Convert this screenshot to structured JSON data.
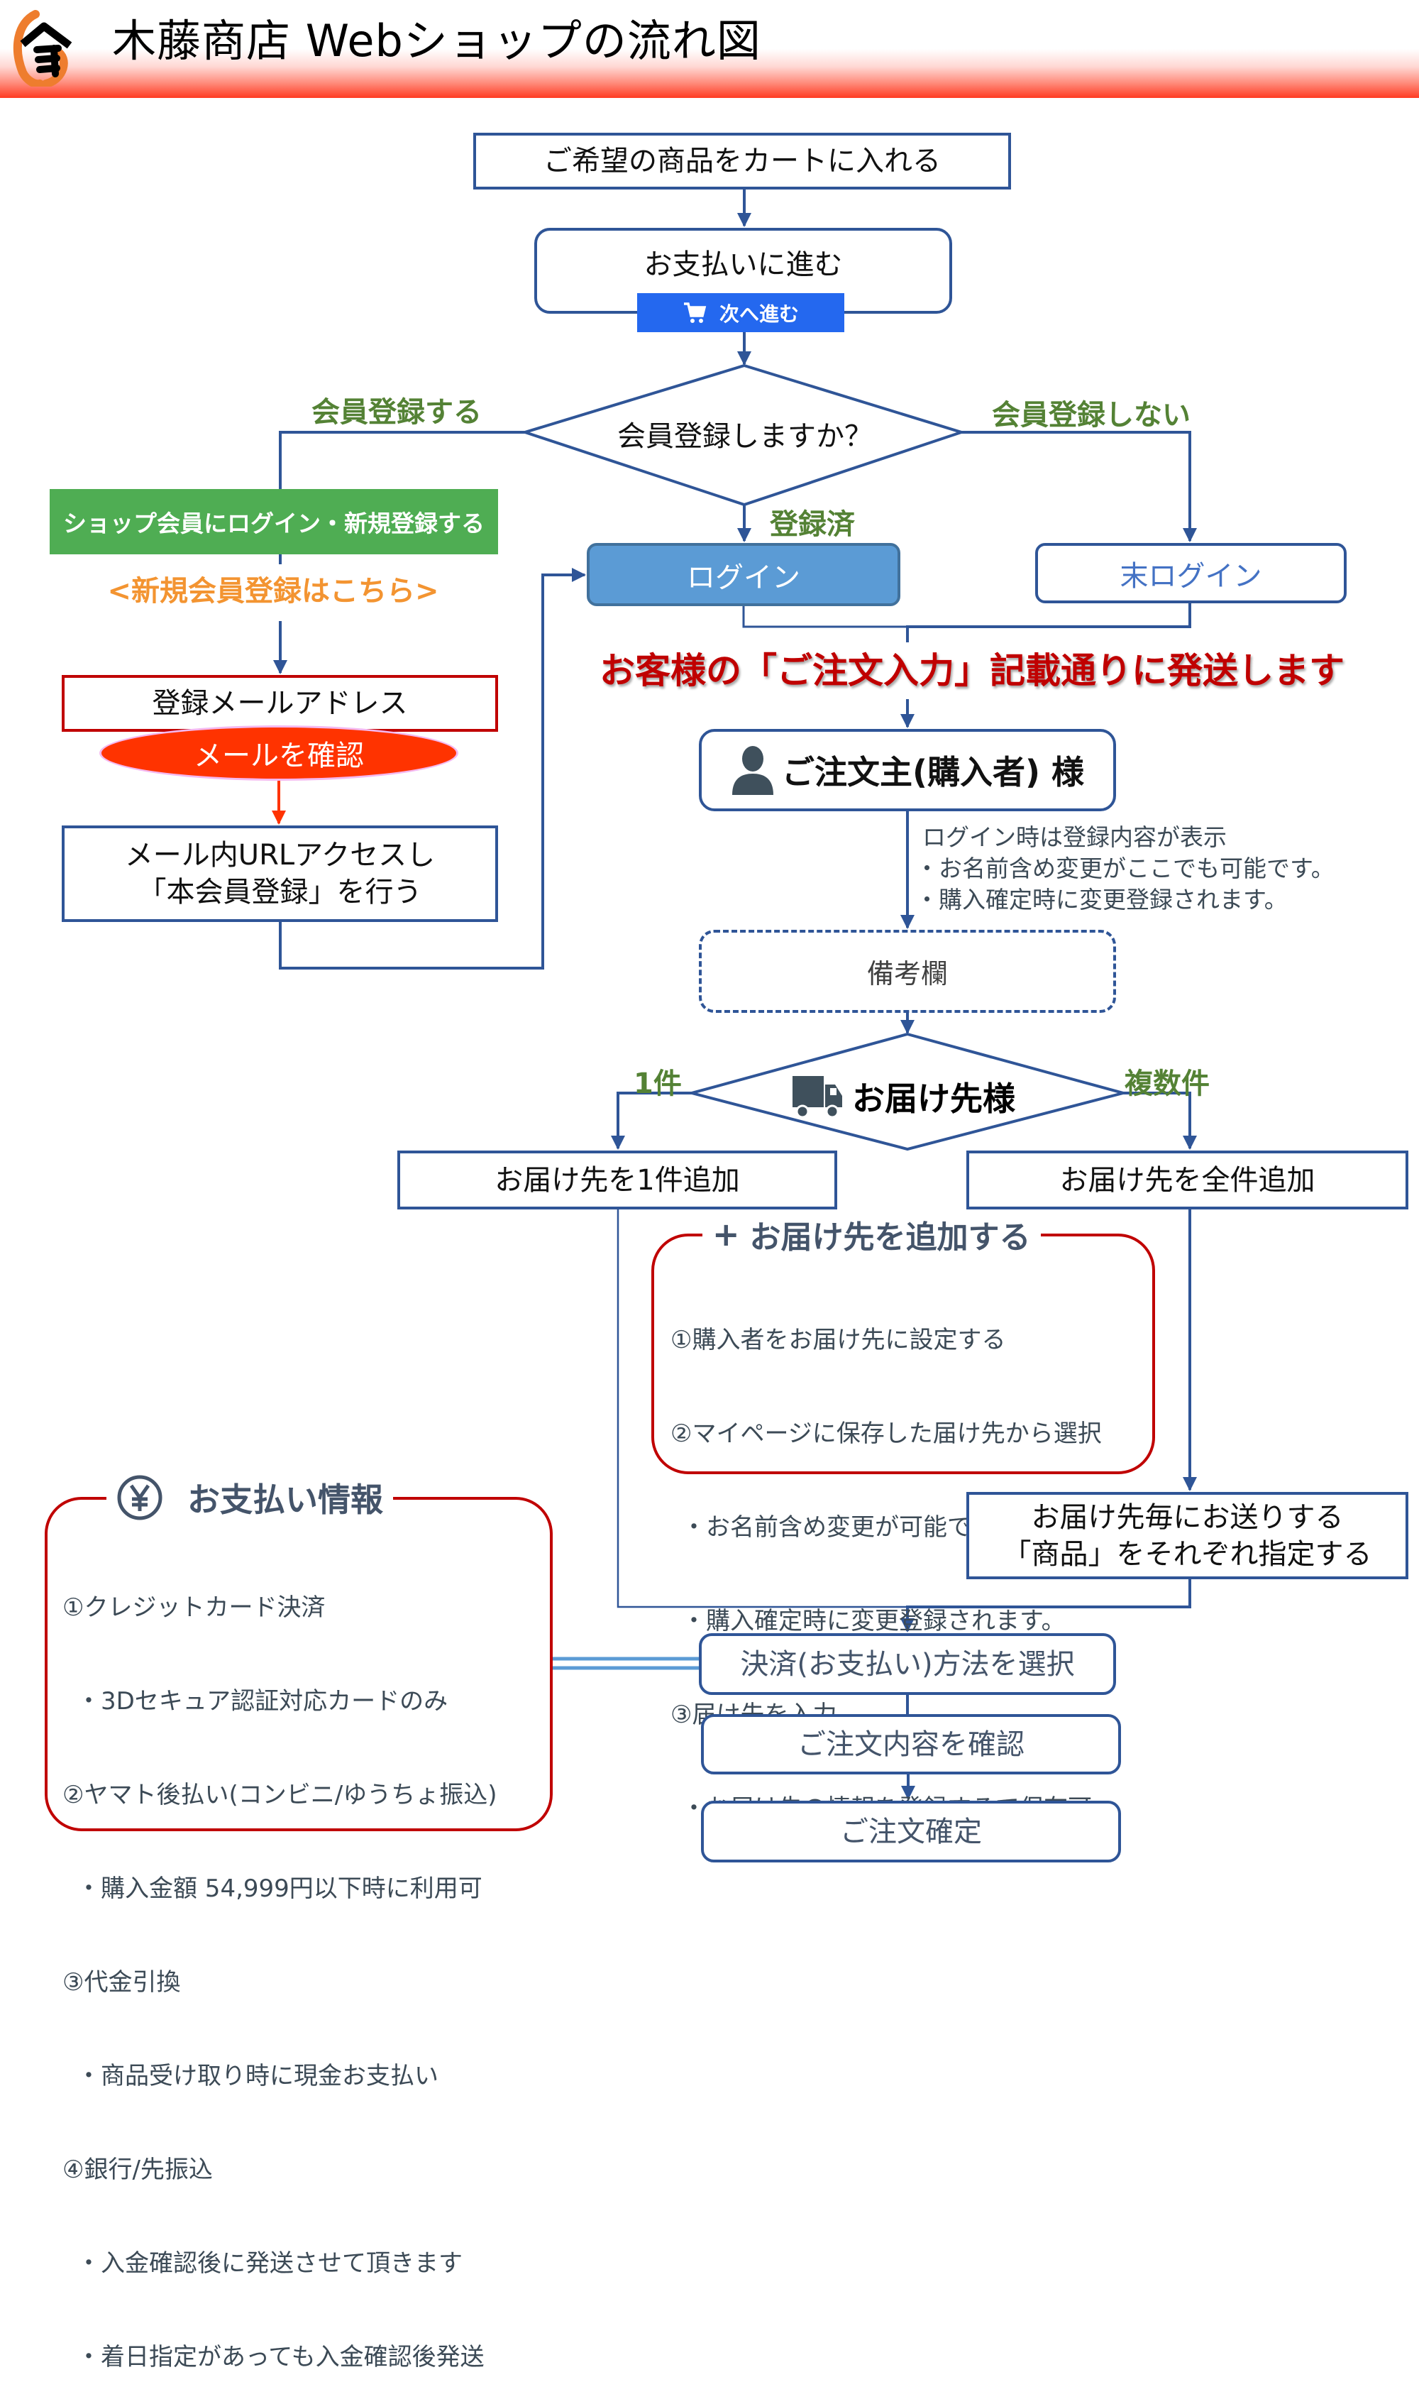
{
  "header": {
    "logo_icon": "kito-shoten-logo",
    "title": "木藤商店 Webショップの流れ図"
  },
  "colors": {
    "flow_line": "#2f5597",
    "accent_red": "#c00000",
    "label_green": "#548235",
    "link_orange": "#f39431",
    "button_blue": "#2468ef",
    "login_fill": "#5b9bd5",
    "shop_green": "#4fad53"
  },
  "flow": {
    "add_to_cart": "ご希望の商品をカートに入れる",
    "proceed_payment": "お支払いに進む",
    "next_button": {
      "icon": "cart-icon",
      "label": "次へ進む"
    },
    "member_question": "会員登録しますか？",
    "branch_register": "会員登録する",
    "branch_no_register": "会員登録しない",
    "branch_registered": "登録済",
    "shop_member_button": "ショップ会員にログイン・新規登録する",
    "new_member_link": "<新規会員登録はこちら>",
    "register_email": "登録メールアドレス",
    "check_email": "メールを確認",
    "access_url_line1": "メール内URLアクセスし",
    "access_url_line2": "「本会員登録」を行う",
    "login": "ログイン",
    "not_logged_in": "末ログイン",
    "ship_notice": "お客様の「ご注文入力」記載通りに発送します",
    "orderer": {
      "icon": "person-icon",
      "label": "ご注文主(購入者) 様"
    },
    "orderer_notes": [
      "ログイン時は登録内容が表示",
      "・お名前含め変更がここでも可能です。",
      "・購入確定時に変更登録されます。"
    ],
    "remarks": "備考欄",
    "delivery": {
      "icon": "truck-icon",
      "label": "お届け先様"
    },
    "branch_one": "1件",
    "branch_multiple": "複数件",
    "add_one_destination": "お届け先を1件追加",
    "add_all_destinations": "お届け先を全件追加",
    "specify_items_line1": "お届け先毎にお送りする",
    "specify_items_line2": "「商品」をそれぞれ指定する",
    "select_payment": "決済(お支払い)方法を選択",
    "confirm_order": "ご注文内容を確認",
    "order_complete": "ご注文確定"
  },
  "add_destination_panel": {
    "icon": "plus-icon",
    "title": "お届け先を追加する",
    "lines": [
      "①購入者をお届け先に設定する",
      "②マイページに保存した届け先から選択",
      "・お名前含め変更が可能です。",
      "・購入確定時に変更登録されます。",
      "③届け先を入力",
      "・お届け先の情報を登録するで保存可"
    ]
  },
  "payment_panel": {
    "icon": "yen-icon",
    "title": "お支払い情報",
    "lines": [
      "①クレジットカード決済",
      "・3Dセキュア認証対応カードのみ",
      "②ヤマト後払い(コンビニ/ゆうちょ振込)",
      "・購入金額 54,999円以下時に利用可",
      "③代金引換",
      "・商品受け取り時に現金お支払い",
      "④銀行/先振込",
      "・入金確認後に発送させて頂きます",
      "・着日指定があっても入金確認後発送"
    ]
  }
}
